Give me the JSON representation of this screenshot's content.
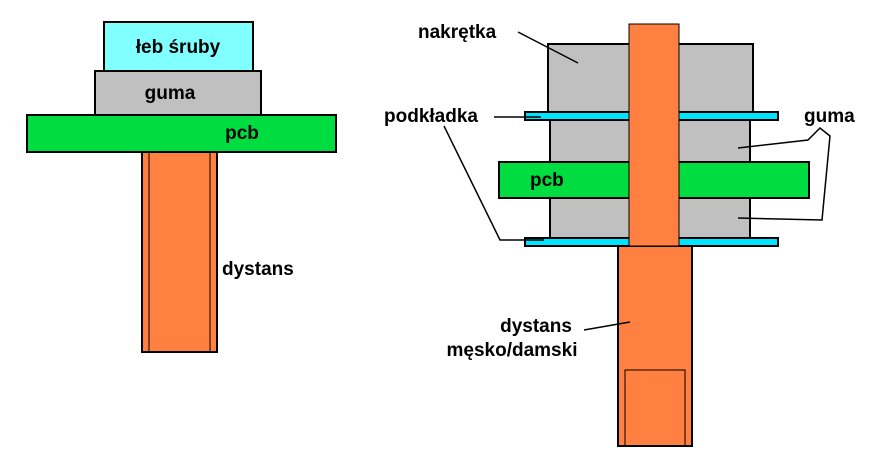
{
  "colors": {
    "screw_head": "#80ffff",
    "rubber": "#c0c0c0",
    "pcb": "#00dd40",
    "standoff": "#ff8040",
    "washer": "#00e5ff",
    "nut": "#c0c0c0",
    "outline": "#000000"
  },
  "left_diagram": {
    "screw_head_label": "łeb śruby",
    "rubber_label": "guma",
    "pcb_label": "pcb",
    "standoff_label": "dystans"
  },
  "right_diagram": {
    "nut_label": "nakrętka",
    "washer_label": "podkładka",
    "rubber_label": "guma",
    "pcb_label": "pcb",
    "standoff_label_line1": "dystans",
    "standoff_label_line2": "męsko/damski"
  }
}
